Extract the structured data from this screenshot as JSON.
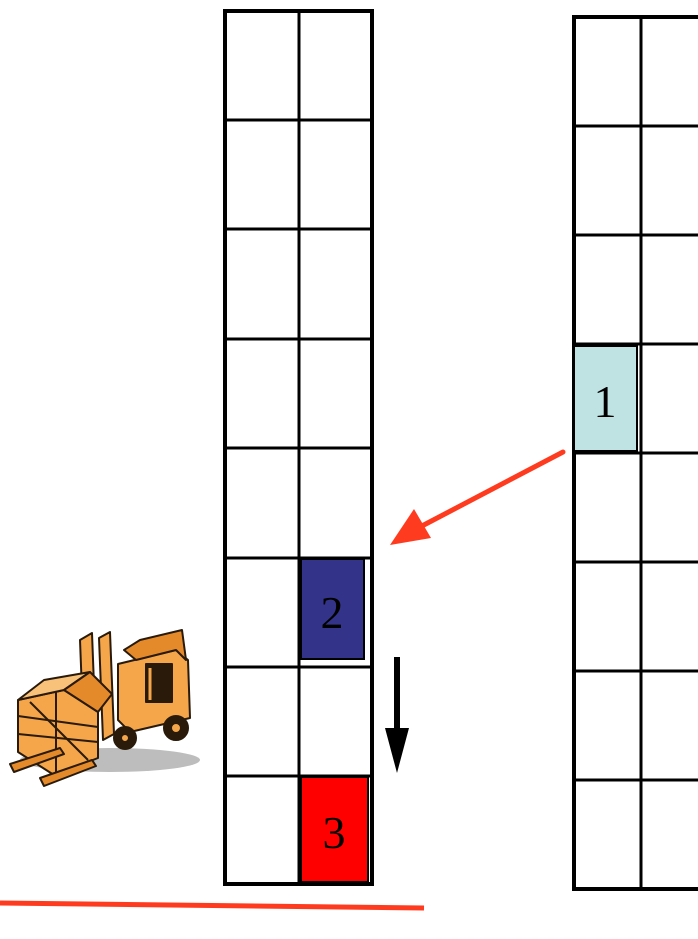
{
  "diagram": {
    "left_rack": {
      "columns": 2,
      "rows": 8
    },
    "right_rack": {
      "columns": 2,
      "rows": 8
    },
    "boxes": [
      {
        "id": "box-1",
        "label": "1",
        "rack": "right",
        "row": 4,
        "col": 1,
        "color": "#bfe3e3"
      },
      {
        "id": "box-2",
        "label": "2",
        "rack": "left",
        "row": 6,
        "col": 2,
        "color": "#33338a"
      },
      {
        "id": "box-3",
        "label": "3",
        "rack": "left",
        "row": 8,
        "col": 2,
        "color": "#ff0000"
      }
    ],
    "colors": {
      "grid_line": "#000000",
      "transfer_arrow": "#ff3b1f",
      "floor_line": "#ff3b1f",
      "move_arrow": "#000000",
      "forklift_body": "#f5a64a",
      "forklift_outline": "#2a1a0a"
    },
    "icons": [
      "forklift-with-crate-icon",
      "transfer-arrow-icon",
      "down-arrow-icon"
    ]
  }
}
